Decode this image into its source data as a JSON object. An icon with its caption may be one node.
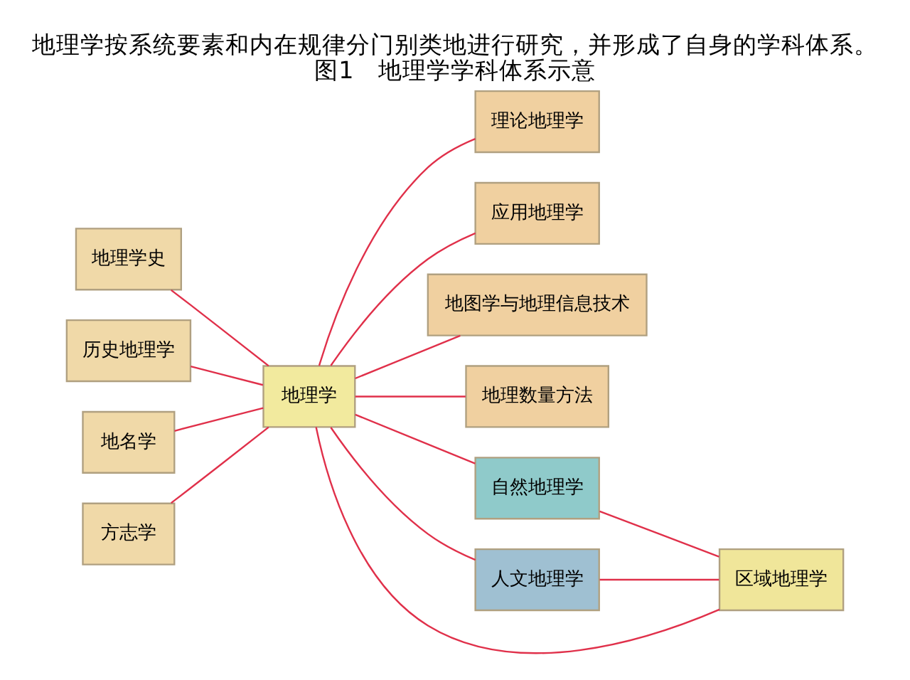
{
  "diagram": {
    "title": "地理学按系统要素和内在规律分门别类地进行研究，并形成了自身的学科体系。",
    "caption": "图1　地理学学科体系示意",
    "nodes": [
      {
        "text": [
          "地理学史"
        ]
      },
      {
        "text": [
          "历史地理学"
        ]
      },
      {
        "text": [
          "地名学"
        ]
      },
      {
        "text": [
          "方志学"
        ]
      },
      {
        "text": [
          "地理学"
        ]
      },
      {
        "text": [
          "理论地理学"
        ]
      },
      {
        "text": [
          "应用地理学"
        ]
      },
      {
        "text": [
          "地图学与地理信息技术"
        ]
      },
      {
        "text": [
          "地理数量方法"
        ]
      },
      {
        "text": [
          "自然地理学"
        ]
      },
      {
        "text": [
          "人文地理学"
        ]
      },
      {
        "text": [
          "区域地理学"
        ]
      }
    ],
    "edges": [
      {
        "from": 4,
        "to": 0,
        "arrow": "none"
      },
      {
        "from": 4,
        "to": 1,
        "arrow": "none"
      },
      {
        "from": 4,
        "to": 2,
        "arrow": "none"
      },
      {
        "from": 4,
        "to": 3,
        "arrow": "none"
      },
      {
        "from": 4,
        "to": 5,
        "arrow": "none"
      },
      {
        "from": 4,
        "to": 6,
        "arrow": "none"
      },
      {
        "from": 4,
        "to": 7,
        "arrow": "none"
      },
      {
        "from": 4,
        "to": 8,
        "arrow": "none"
      },
      {
        "from": 4,
        "to": 9,
        "arrow": "none"
      },
      {
        "from": 4,
        "to": 10,
        "arrow": "none"
      },
      {
        "from": 4,
        "to": 11,
        "arrow": "none"
      },
      {
        "from": 9,
        "to": 11,
        "arrow": "none"
      },
      {
        "from": 10,
        "to": 11,
        "arrow": "none"
      }
    ]
  }
}
